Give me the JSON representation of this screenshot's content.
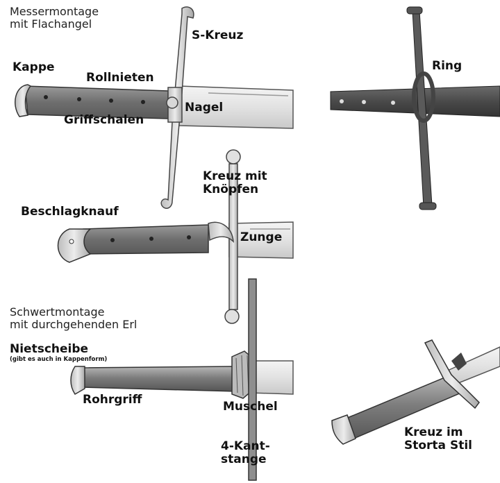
{
  "sections": {
    "messer_title": [
      "Messermontage",
      "mit Flachangel"
    ],
    "schwert_title": [
      "Schwertmontage",
      "mit durchgehenden Erl"
    ]
  },
  "labels": {
    "s_kreuz": "S-Kreuz",
    "kappe": "Kappe",
    "rollnieten": "Rollnieten",
    "nagel": "Nagel",
    "griffschalen": "Griffschalen",
    "kreuz_mit_knoepfen": [
      "Kreuz mit",
      "Knöpfen"
    ],
    "beschlagknauf": "Beschlagknauf",
    "zunge": "Zunge",
    "nietscheibe": "Nietscheibe",
    "nietscheibe_note": "(gibt es auch in Kappenform)",
    "rohrgriff": "Rohrgriff",
    "muschel": "Muschel",
    "vierkantstange": [
      "4-Kant-",
      "stange"
    ],
    "ring": "Ring",
    "kreuz_storta": [
      "Kreuz im",
      "Storta Stil"
    ]
  }
}
